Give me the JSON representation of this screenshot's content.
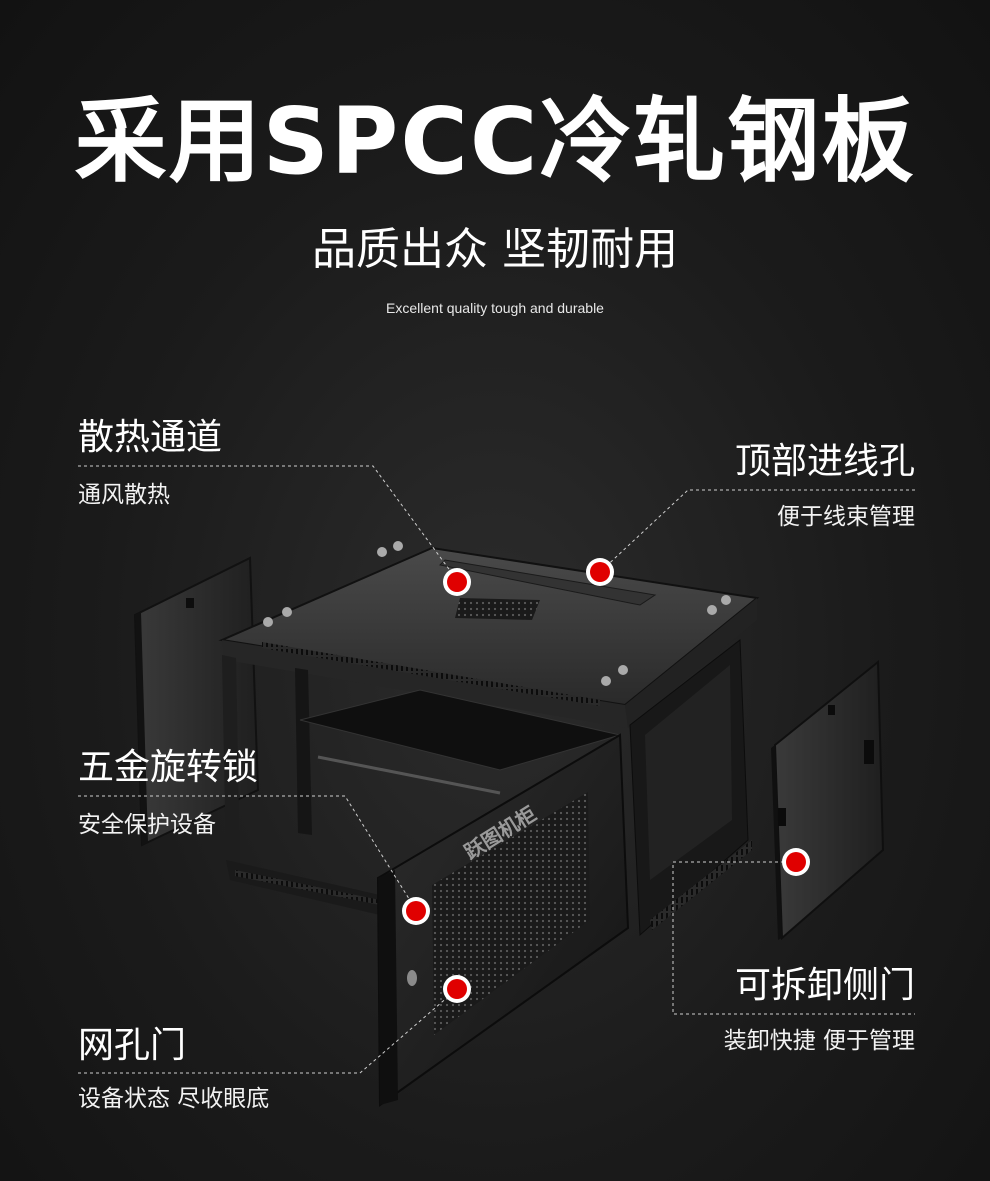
{
  "header": {
    "title": "采用SPCC冷轧钢板",
    "subtitle": "品质出众 坚韧耐用",
    "english": "Excellent quality tough and durable"
  },
  "callouts": {
    "heat": {
      "title": "散热通道",
      "desc": "通风散热"
    },
    "cable": {
      "title": "顶部进线孔",
      "desc": "便于线束管理"
    },
    "lock": {
      "title": "五金旋转锁",
      "desc": "安全保护设备"
    },
    "side_door": {
      "title": "可拆卸侧门",
      "desc": "装卸快捷 便于管理"
    },
    "mesh_door": {
      "title": "网孔门",
      "desc": "设备状态 尽收眼底"
    }
  },
  "product": {
    "door_label": "跃图机柜"
  },
  "colors": {
    "accent_dot": "#e00000",
    "background": "#1b1b1b",
    "text": "#ffffff"
  }
}
